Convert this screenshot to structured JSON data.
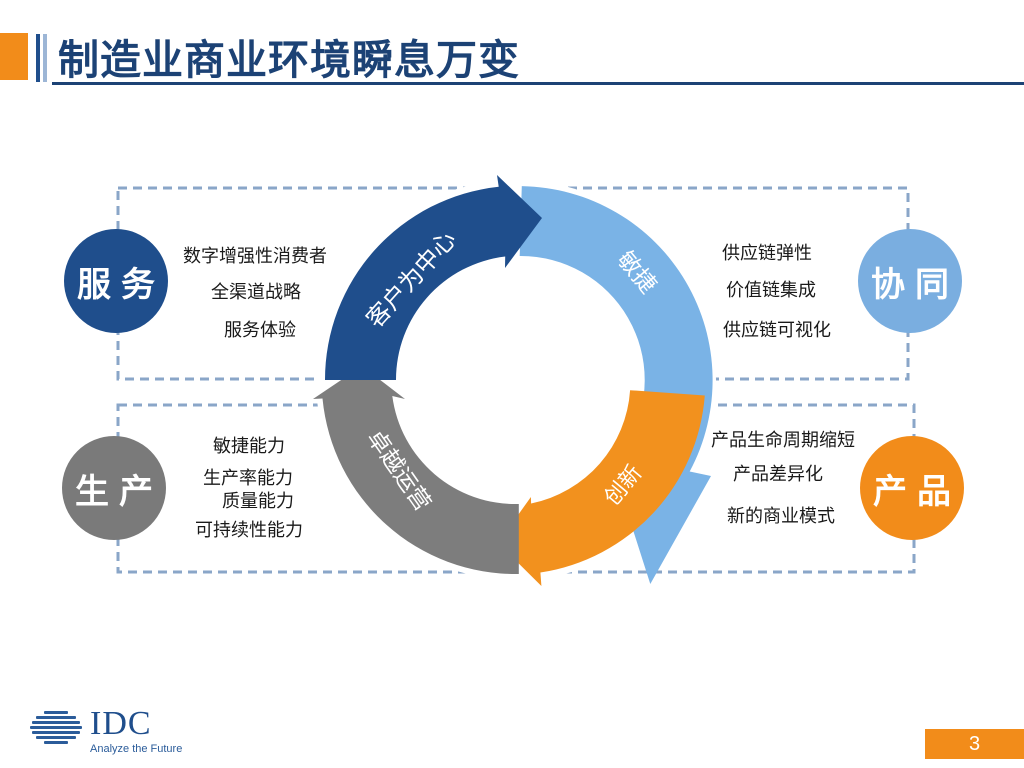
{
  "title": "制造业商业环境瞬息万变",
  "cycle": {
    "top_left_arrow": "客户为中心",
    "top_right_arrow": "敏捷",
    "bottom_right_arrow": "创新",
    "bottom_left_arrow": "卓越运营"
  },
  "quadrants": {
    "service": {
      "label": "服务",
      "color": "#1f4e8c",
      "items": [
        "数字增强性消费者",
        "全渠道战略",
        "服务体验"
      ]
    },
    "collaboration": {
      "label": "协同",
      "color": "#7aaee0",
      "items": [
        "供应链弹性",
        "价值链集成",
        "供应链可视化"
      ]
    },
    "production": {
      "label": "生产",
      "color": "#7a7a7a",
      "items": [
        "敏捷能力",
        "生产率能力",
        "质量能力",
        "可持续性能力"
      ]
    },
    "product": {
      "label": "产品",
      "color": "#F28C1A",
      "items": [
        "产品生命周期缩短",
        "产品差异化",
        "新的商业模式"
      ]
    }
  },
  "footer": {
    "logo": "IDC",
    "tagline": "Analyze the Future",
    "page_number": "3"
  }
}
